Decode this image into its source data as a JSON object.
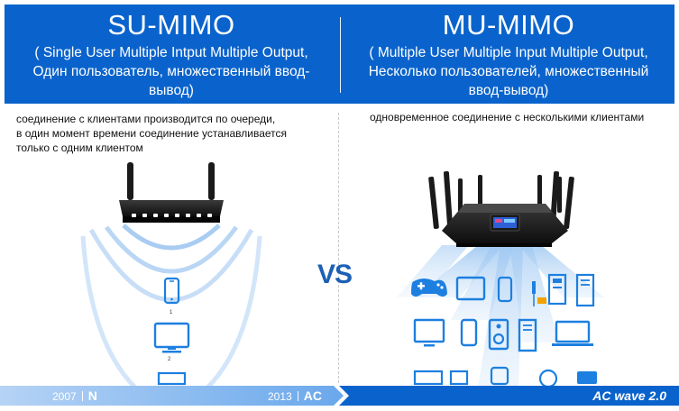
{
  "header": {
    "left": {
      "title": "SU-MIMO",
      "sub1": "( Single User Multiple Intput Multiple Output,",
      "sub2": "Один пользователь, множественный ввод-",
      "sub3": "вывод)"
    },
    "right": {
      "title": "MU-MIMO",
      "sub1": "( Multiple User Multiple Input Multiple Output,",
      "sub2": "Несколько пользователей, множественный",
      "sub3": "ввод-вывод)"
    }
  },
  "left_desc": {
    "line1": "соединение с клиентами производится по очереди,",
    "line2": "в один момент времени соединение устанавливается",
    "line3": "только с одним клиентом"
  },
  "right_desc": "одновременное соединение с несколькими клиентами",
  "vs_label": "VS",
  "device_labels": {
    "phone": "1",
    "monitor": "2"
  },
  "timeline": {
    "year1": "2007",
    "std1": "N",
    "year2": "2013",
    "std2": "AC",
    "wave2": "AC wave 2.0"
  },
  "colors": {
    "header_bg": "#0a63cc",
    "accent_blue": "#1d7fe0",
    "wave_blue": "#bcd8f6",
    "timeline_light": "#7fb4ef",
    "timeline_dark": "#0a63cc"
  },
  "icons": [
    "router-icon",
    "phone-icon",
    "monitor-icon",
    "gamepad-icon",
    "tablet-icon",
    "usb-icon",
    "printer-icon",
    "desktop-tower-icon",
    "speaker-icon",
    "laptop-icon",
    "tv-icon",
    "disk-icon"
  ]
}
